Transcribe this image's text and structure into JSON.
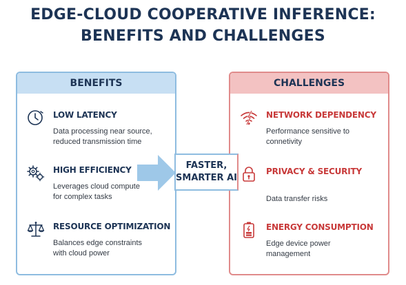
{
  "title": {
    "line1": "EDGE-CLOUD COOPERATIVE INFERENCE:",
    "line2": "BENEFITS AND CHALLENGES"
  },
  "benefits": {
    "header": "BENEFITS",
    "items": [
      {
        "label": "LOW LATENCY",
        "desc_line1": "Data processing near source,",
        "desc_line2": "reduced transmission time",
        "icon": "clock-icon"
      },
      {
        "label": "HIGH EFFICIENCY",
        "desc_line1": "Leverages cloud compute",
        "desc_line2": "for complex tasks",
        "icon": "gears-icon"
      },
      {
        "label": "RESOURCE OPTIMIZATION",
        "desc_line1": "Balances edge constraints",
        "desc_line2": "with cloud power",
        "icon": "scales-icon"
      }
    ]
  },
  "center": {
    "line1": "FASTER,",
    "line2": "SMARTER AI"
  },
  "challenges": {
    "header": "CHALLENGES",
    "items": [
      {
        "label": "NETWORK DEPENDENCY",
        "desc_line1": "Performance sensitive to",
        "desc_line2": "connetivity",
        "icon": "broken-wifi-icon"
      },
      {
        "label": "PRIVACY & SECURITY",
        "desc_line1": "Data transfer risks",
        "desc_line2": "",
        "icon": "padlock-icon"
      },
      {
        "label": "ENERGY CONSUMPTION",
        "desc_line1": "Edge device power",
        "desc_line2": "management",
        "icon": "battery-icon"
      }
    ]
  },
  "colors": {
    "title": "#1d3455",
    "benefits_border": "#8ebce0",
    "benefits_header_bg": "#c7dff3",
    "challenges_border": "#e08b8b",
    "challenges_header_bg": "#f3c2c2",
    "challenge_label": "#c83a3a",
    "arrow": "#9ec8e8"
  }
}
